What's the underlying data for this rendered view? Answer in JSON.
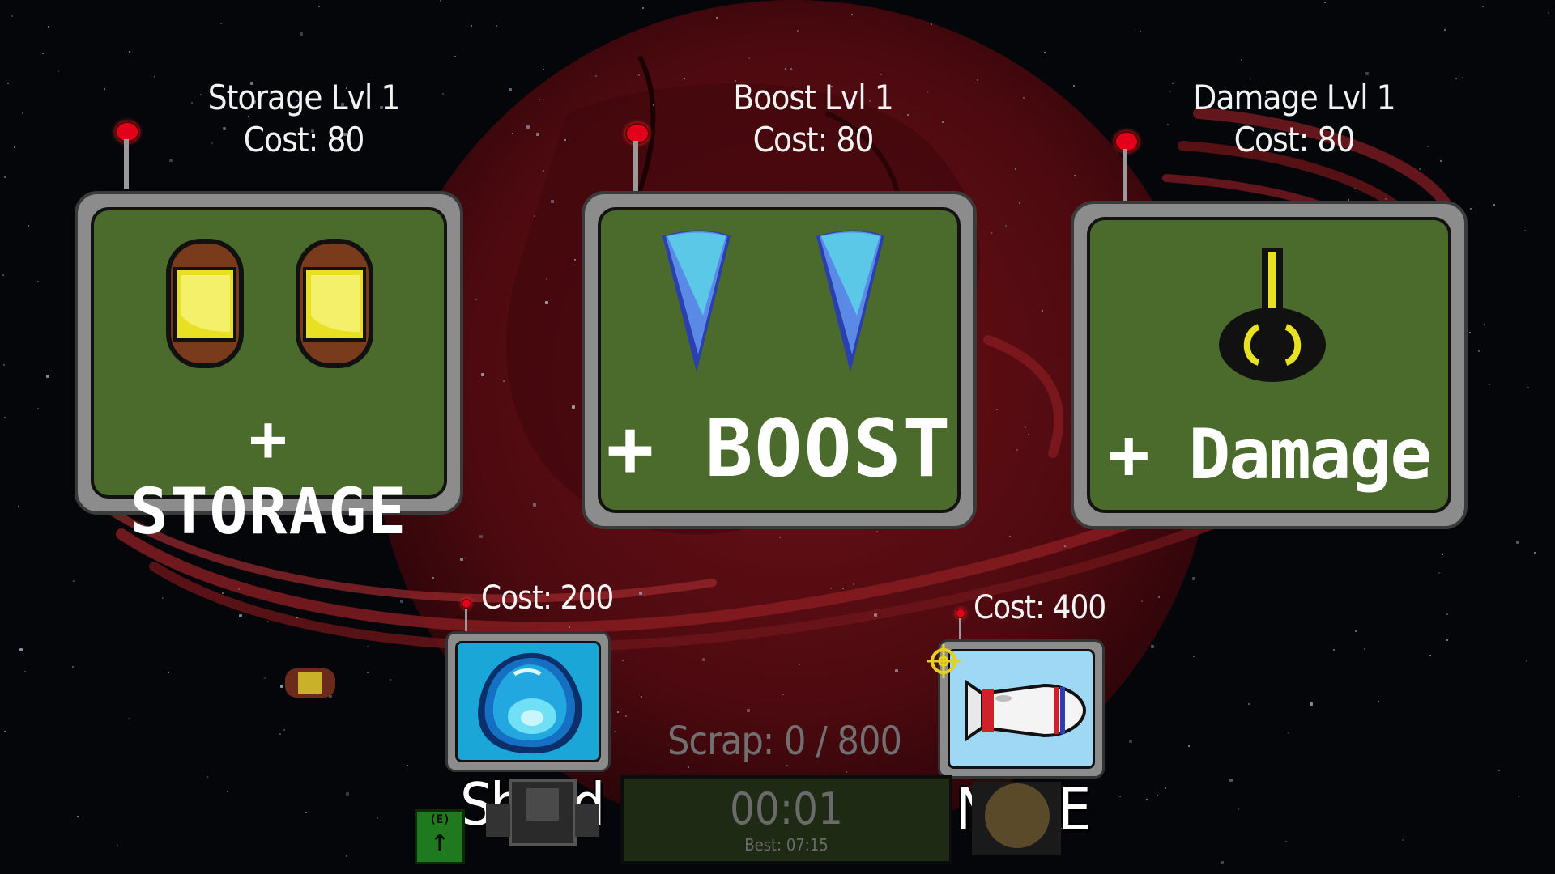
{
  "upgrades": [
    {
      "id": "storage",
      "title": "Storage Lvl 1",
      "cost": "Cost: 80",
      "label": "+ STORAGE",
      "icon": "fuel-canister-icon"
    },
    {
      "id": "boost",
      "title": "Boost Lvl 1",
      "cost": "Cost: 80",
      "label": "+ BOOST",
      "icon": "thruster-flame-icon"
    },
    {
      "id": "damage",
      "title": "Damage Lvl 1",
      "cost": "Cost: 80",
      "label": "+ Damage",
      "icon": "cannon-icon"
    }
  ],
  "items": [
    {
      "id": "shield",
      "cost": "Cost: 200",
      "name": "Shield",
      "icon": "shield-bubble-icon"
    },
    {
      "id": "nuke",
      "cost": "Cost: 400",
      "name": "NUKE",
      "icon": "nuke-bomb-icon"
    }
  ],
  "hud": {
    "scrap": "Scrap: 0 / 800",
    "timer": "00:01",
    "best": "Best: 07:15",
    "interact_key": "(E)"
  },
  "colors": {
    "card_green": "#4a6b2c",
    "frame_gray": "#8c8c8c",
    "antenna_red": "#e3001a",
    "shield_blue": "#1aa7d8",
    "nuke_bg": "#9fd8f5",
    "planet_red": "#5a0d12"
  }
}
